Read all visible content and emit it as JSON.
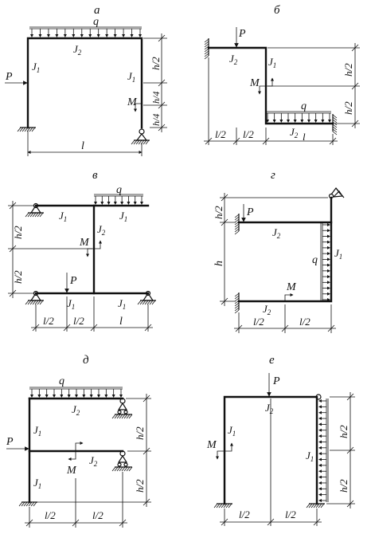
{
  "panels": [
    {
      "id": "a",
      "title": "а",
      "labels": {
        "q": "q",
        "P": "P",
        "M": "M",
        "J_top": "J",
        "J_top_sub": "2",
        "J_left": "J",
        "J_left_sub": "1",
        "J_right": "J",
        "J_right_sub": "1",
        "dim_l": "l",
        "dim_h2": "h/2",
        "dim_h4a": "h/4",
        "dim_h4b": "h/4"
      }
    },
    {
      "id": "b",
      "title": "б",
      "labels": {
        "P": "P",
        "M": "M",
        "q": "q",
        "J_top": "J",
        "J_top_sub": "2",
        "J_vert": "J",
        "J_vert_sub": "1",
        "J_bot": "J",
        "J_bot_sub": "2",
        "dim_l2a": "l/2",
        "dim_l2b": "l/2",
        "dim_l": "l",
        "dim_h2a": "h/2",
        "dim_h2b": "h/2"
      }
    },
    {
      "id": "v",
      "title": "в",
      "labels": {
        "q": "q",
        "P": "P",
        "M": "M",
        "J_tl": "J",
        "J_tl_sub": "1",
        "J_tr": "J",
        "J_tr_sub": "1",
        "J_c": "J",
        "J_c_sub": "2",
        "J_bl": "J",
        "J_bl_sub": "1",
        "J_br": "J",
        "J_br_sub": "1",
        "dim_h2a": "h/2",
        "dim_h2b": "h/2",
        "dim_l2a": "l/2",
        "dim_l2b": "l/2",
        "dim_l": "l"
      }
    },
    {
      "id": "g",
      "title": "г",
      "labels": {
        "P": "P",
        "q": "q",
        "M": "M",
        "J_top": "J",
        "J_top_sub": "2",
        "J_right": "J",
        "J_right_sub": "1",
        "J_bot": "J",
        "J_bot_sub": "2",
        "dim_h2": "h/2",
        "dim_h": "h",
        "dim_l2a": "l/2",
        "dim_l2b": "l/2"
      }
    },
    {
      "id": "d",
      "title": "д",
      "labels": {
        "q": "q",
        "P": "P",
        "M": "M",
        "J_top": "J",
        "J_top_sub": "2",
        "J_ul": "J",
        "J_ul_sub": "1",
        "J_mid": "J",
        "J_mid_sub": "2",
        "J_ll": "J",
        "J_ll_sub": "1",
        "dim_h2a": "h/2",
        "dim_h2b": "h/2",
        "dim_l2a": "l/2",
        "dim_l2b": "l/2"
      }
    },
    {
      "id": "e",
      "title": "е",
      "labels": {
        "P": "P",
        "M": "M",
        "J_top": "J",
        "J_top_sub": "2",
        "J_left": "J",
        "J_left_sub": "1",
        "J_right": "J",
        "J_right_sub": "1",
        "dim_h2a": "h/2",
        "dim_h2b": "h/2",
        "dim_l2a": "l/2",
        "dim_l2b": "l/2"
      }
    }
  ]
}
